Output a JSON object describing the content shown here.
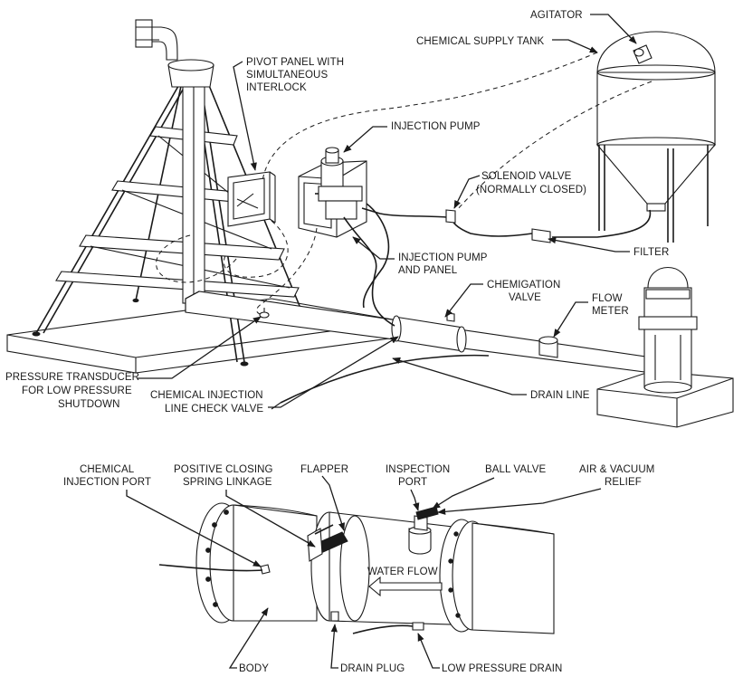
{
  "labels": {
    "agitator": "AGITATOR",
    "chemical_supply_tank": "CHEMICAL SUPPLY TANK",
    "pivot_panel_1": "PIVOT PANEL WITH",
    "pivot_panel_2": "SIMULTANEOUS",
    "pivot_panel_3": "INTERLOCK",
    "injection_pump": "INJECTION PUMP",
    "solenoid_valve_1": "SOLENOID VALVE",
    "solenoid_valve_2": "(NORMALLY CLOSED)",
    "filter": "FILTER",
    "injection_pump_panel_1": "INJECTION PUMP",
    "injection_pump_panel_2": "AND PANEL",
    "chemigation_valve_1": "CHEMIGATION",
    "chemigation_valve_2": "VALVE",
    "flow_meter_1": "FLOW",
    "flow_meter_2": "METER",
    "pressure_transducer_1": "PRESSURE TRANSDUCER",
    "pressure_transducer_2": "FOR LOW PRESSURE",
    "pressure_transducer_3": "SHUTDOWN",
    "check_valve_1": "CHEMICAL INJECTION",
    "check_valve_2": "LINE CHECK VALVE",
    "drain_line": "DRAIN LINE",
    "chemical_injection_port_1": "CHEMICAL",
    "chemical_injection_port_2": "INJECTION PORT",
    "spring_linkage_1": "POSITIVE CLOSING",
    "spring_linkage_2": "SPRING LINKAGE",
    "flapper": "FLAPPER",
    "inspection_port_1": "INSPECTION",
    "inspection_port_2": "PORT",
    "ball_valve": "BALL VALVE",
    "air_vacuum_1": "AIR & VACUUM",
    "air_vacuum_2": "RELIEF",
    "water_flow": "WATER FLOW",
    "body": "BODY",
    "drain_plug": "DRAIN PLUG",
    "low_pressure_drain": "LOW PRESSURE DRAIN"
  },
  "icons": {
    "leader_arrow": "arrowhead-icon",
    "flow_arrow": "flow-arrow-icon"
  },
  "colors": {
    "ink": "#1a1a1a",
    "paper": "#ffffff",
    "shade": "#e6e6e6"
  }
}
